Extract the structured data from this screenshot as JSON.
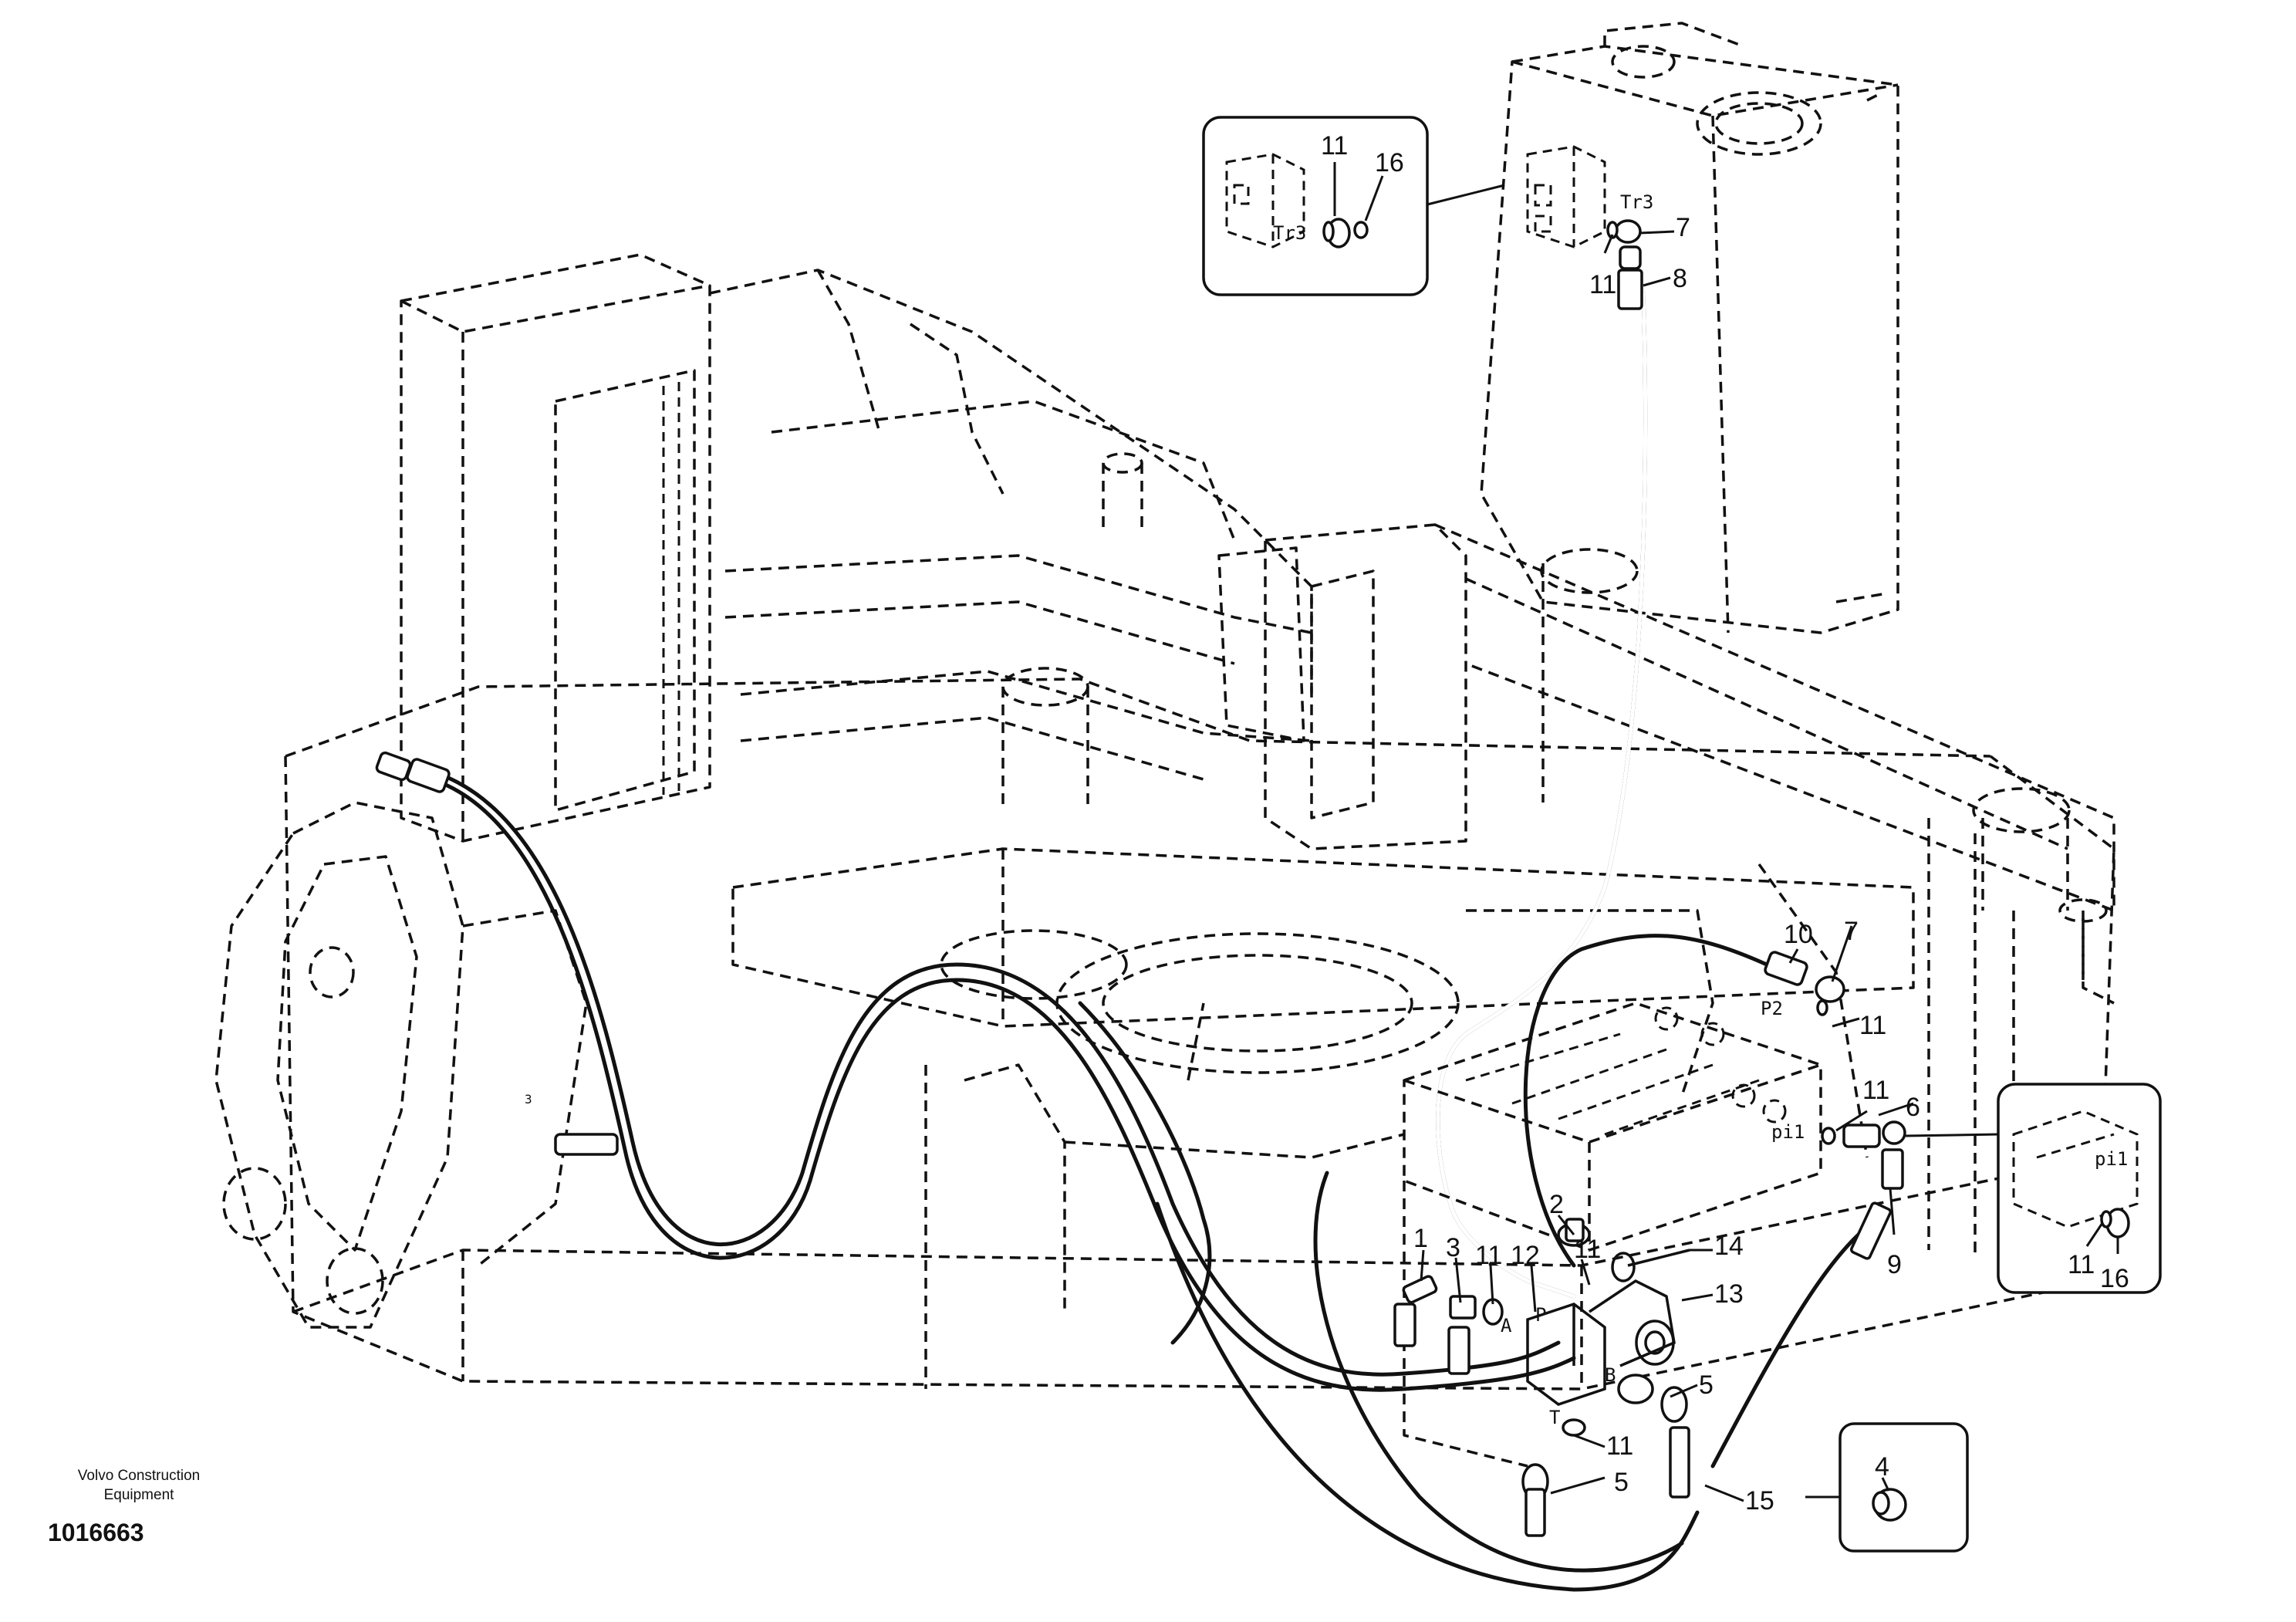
{
  "caption": {
    "company_line1": "Volvo Construction",
    "company_line2": "Equipment",
    "document_number": "1016663"
  },
  "callouts": {
    "c1": "1",
    "c2": "2",
    "c3": "3",
    "c4": "4",
    "c5a": "5",
    "c5b": "5",
    "c6": "6",
    "c7a": "7",
    "c7b": "7",
    "c8": "8",
    "c9": "9",
    "c10": "10",
    "c11_inset1": "11",
    "c11_top": "11",
    "c11_p2": "11",
    "c11_pi1": "11",
    "c11_a": "11",
    "c11_b": "11",
    "c11_t": "11",
    "c11_inset2": "11",
    "c12": "12",
    "c13": "13",
    "c14": "14",
    "c15": "15",
    "c16_inset1": "16",
    "c16_inset2": "16"
  },
  "ports": {
    "tr3_main": "Tr3",
    "tr3_inset": "Tr3",
    "p2": "P2",
    "pi1_main": "pi1",
    "pi1_inset": "pi1",
    "p": "P",
    "a": "A",
    "b": "B",
    "t": "T",
    "clamp_mark": "3"
  }
}
